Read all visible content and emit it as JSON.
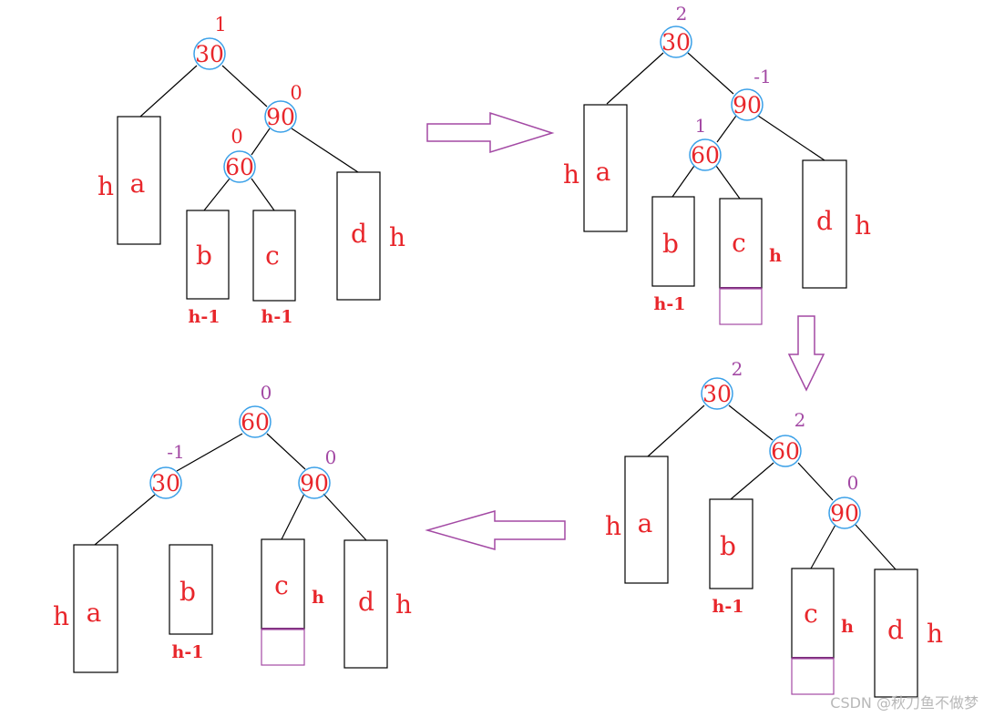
{
  "diagram": {
    "colors": {
      "text": "#e8262b",
      "balance_purple": "#a349a4",
      "circle": "#3aa0e8",
      "arrow": "#a349a4",
      "line": "#000000"
    },
    "panel1": {
      "nodes": {
        "n30": "30",
        "n90": "90",
        "n60": "60"
      },
      "balance": {
        "n30": "1",
        "n90": "0",
        "n60": "0"
      },
      "subtrees": {
        "a": "a",
        "b": "b",
        "c": "c",
        "d": "d"
      },
      "heights": {
        "a": "h",
        "d": "h",
        "b": "h-1",
        "c": "h-1"
      }
    },
    "panel2": {
      "nodes": {
        "n30": "30",
        "n90": "90",
        "n60": "60"
      },
      "balance": {
        "n30": "2",
        "n90": "-1",
        "n60": "1"
      },
      "subtrees": {
        "a": "a",
        "b": "b",
        "c": "c",
        "d": "d"
      },
      "heights": {
        "a": "h",
        "d": "h",
        "b": "h-1",
        "c": "h"
      }
    },
    "panel3": {
      "nodes": {
        "n30": "30",
        "n60": "60",
        "n90": "90"
      },
      "balance": {
        "n30": "2",
        "n60": "2",
        "n90": "0"
      },
      "subtrees": {
        "a": "a",
        "b": "b",
        "c": "c",
        "d": "d"
      },
      "heights": {
        "a": "h",
        "b": "h-1",
        "c": "h",
        "d": "h"
      }
    },
    "panel4": {
      "nodes": {
        "n60": "60",
        "n30": "30",
        "n90": "90"
      },
      "balance": {
        "n60": "0",
        "n30": "-1",
        "n90": "0"
      },
      "subtrees": {
        "a": "a",
        "b": "b",
        "c": "c",
        "d": "d"
      },
      "heights": {
        "a": "h",
        "b": "h-1",
        "c": "h",
        "d": "h"
      }
    }
  },
  "watermark": "CSDN @秋刀鱼不做梦"
}
